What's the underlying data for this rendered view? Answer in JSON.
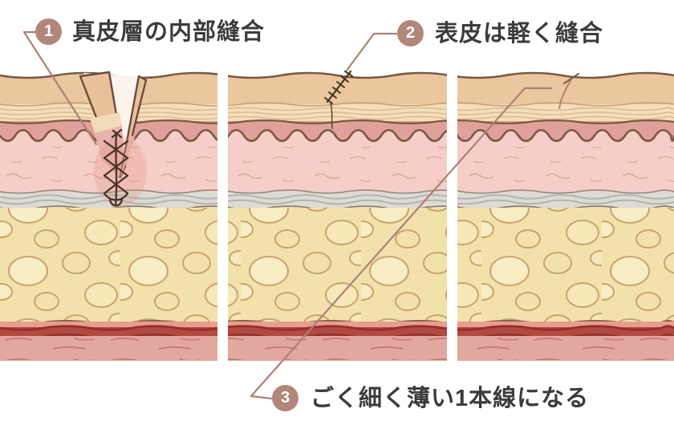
{
  "diagram": {
    "type": "skin-suture-healing-cross-section",
    "background": "#ffffff",
    "annotations": [
      {
        "number": "1",
        "label": "真皮層の内部縫合",
        "target": "internal-dermal-corset-suture"
      },
      {
        "number": "2",
        "label": "表皮は軽く縫合",
        "target": "light-epidermal-surface-suture"
      },
      {
        "number": "3",
        "label": "ごく細く薄い1本線になる",
        "target": "thin-faint-scar-line"
      }
    ],
    "panels": [
      {
        "index": 1,
        "feature": "open-wound-with-internal-dermal-sutures"
      },
      {
        "index": 2,
        "feature": "surface-suture-on-epidermis"
      },
      {
        "index": 3,
        "feature": "healed-thin-scar-line"
      }
    ],
    "layers": [
      "epidermis",
      "dermis",
      "subcutaneous-fat",
      "muscle"
    ],
    "colors": {
      "accent": "#b28779",
      "leader_line": "#ad8174",
      "outline": "#7a5a43",
      "epidermis_tan": "#ebc7a0",
      "epidermis_cream": "#f4debb",
      "upper_dermis": "#e1a19b",
      "dermis_pink": "#f5cec7",
      "membrane_gray": "#dcdbd5",
      "fat_yellow": "#f3e1ab",
      "muscle_red": "#b34a41",
      "muscle_pink": "#e2a89f",
      "text": "#3b3b3b"
    }
  }
}
